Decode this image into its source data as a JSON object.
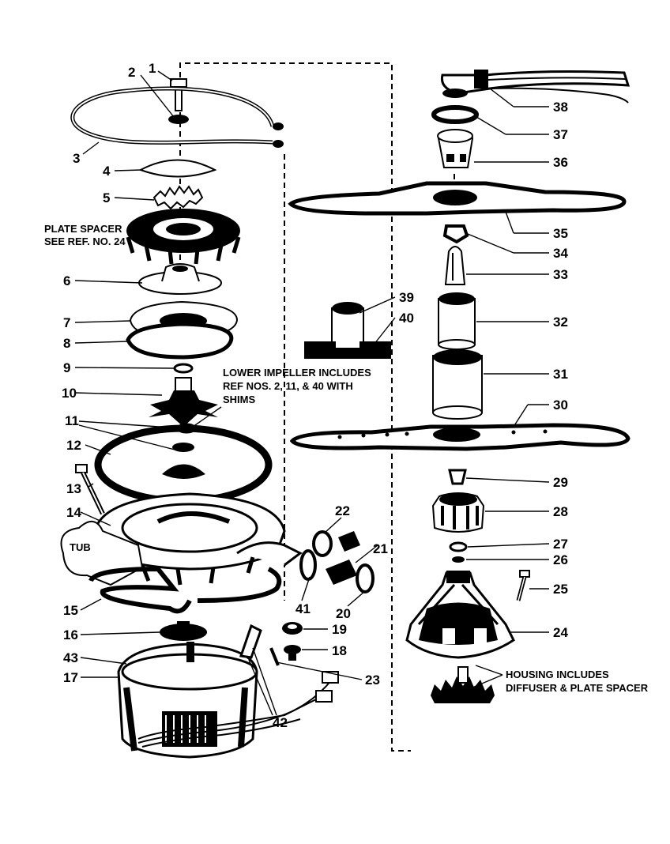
{
  "labels": {
    "n1": "1",
    "n2": "2",
    "n3": "3",
    "n4": "4",
    "n5": "5",
    "n6": "6",
    "n7": "7",
    "n8": "8",
    "n9": "9",
    "n10": "10",
    "n11": "11",
    "n12": "12",
    "n13": "13",
    "n14": "14",
    "n15": "15",
    "n16": "16",
    "n17": "17",
    "n18": "18",
    "n19": "19",
    "n20": "20",
    "n21": "21",
    "n22": "22",
    "n23": "23",
    "n24": "24",
    "n25": "25",
    "n26": "26",
    "n27": "27",
    "n28": "28",
    "n29": "29",
    "n30": "30",
    "n31": "31",
    "n32": "32",
    "n33": "33",
    "n34": "34",
    "n35": "35",
    "n36": "36",
    "n37": "37",
    "n38": "38",
    "n39": "39",
    "n40": "40",
    "n41": "41",
    "n42": "42",
    "n43": "43"
  },
  "notes": {
    "plate_spacer_1": "PLATE SPACER",
    "plate_spacer_2": "SEE REF. NO. 24",
    "impeller_1": "LOWER IMPELLER INCLUDES",
    "impeller_2": "REF NOS. 2, 11, & 40 WITH",
    "impeller_3": "SHIMS",
    "tub": "TUB",
    "housing_1": "HOUSING INCLUDES",
    "housing_2": "DIFFUSER & PLATE SPACER"
  }
}
